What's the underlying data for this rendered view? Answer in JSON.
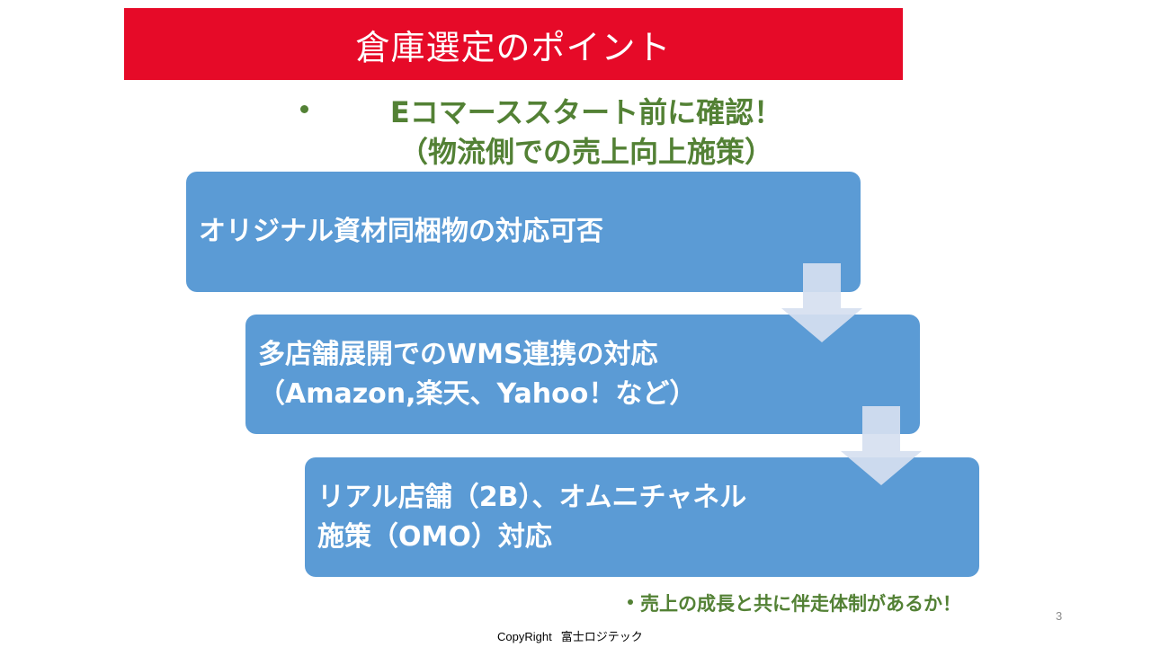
{
  "slide": {
    "title": "倉庫選定のポイント",
    "main_bullet": {
      "line1": "Eコマーススタート前に確認！",
      "line2": "（物流側での売上向上施策）"
    },
    "steps": [
      {
        "lines": [
          "オリジナル資材同梱物の対応可否"
        ]
      },
      {
        "lines": [
          "多店舗展開でのWMS連携の対応",
          "（Amazon,楽天、Yahoo！など）"
        ]
      },
      {
        "lines": [
          "リアル店舗（2B）、オムニチャネル",
          "施策（OMO）対応"
        ]
      }
    ],
    "sub_bullet": "売上の成長と共に伴走体制があるか！",
    "page_number": "3",
    "copyright": {
      "label": "CopyRight",
      "company": "富士ロジテック"
    }
  },
  "colors": {
    "title_bar": "#e60a28",
    "title_text": "#ffffff",
    "bullet_text": "#538135",
    "step_box": "#5b9bd5",
    "step_text": "#ffffff",
    "arrow": "#d6e0f0"
  },
  "icons": {
    "bullet": "bullet-dot-icon",
    "flow_arrow": "arrow-down-icon"
  }
}
